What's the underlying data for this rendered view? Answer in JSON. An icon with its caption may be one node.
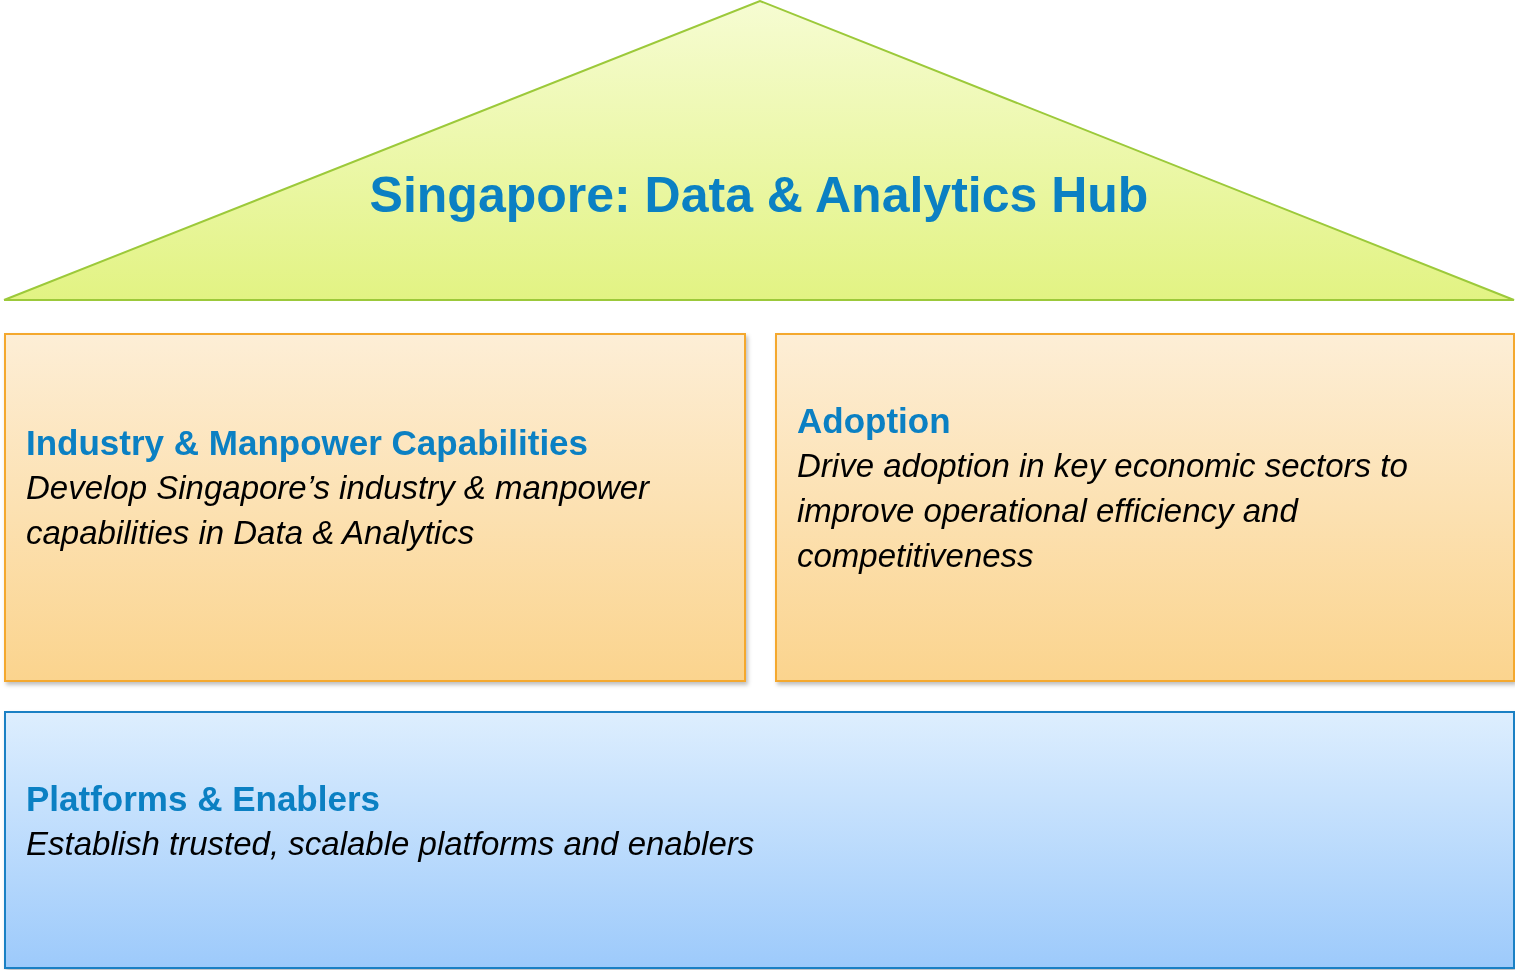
{
  "diagram": {
    "nodes": [
      {
        "text": [
          "Singapore: Data & Analytics Hub"
        ]
      },
      {
        "text": [
          "Industry & Manpower Capabilities",
          "Develop Singapore’s industry & manpower capabilities in Data & Analytics"
        ]
      },
      {
        "text": [
          "Adoption",
          "Drive adoption in key economic sectors to improve operational efficiency and competitiveness"
        ]
      },
      {
        "text": [
          "Platforms & Enablers",
          "Establish trusted, scalable platforms and enablers"
        ]
      }
    ]
  }
}
